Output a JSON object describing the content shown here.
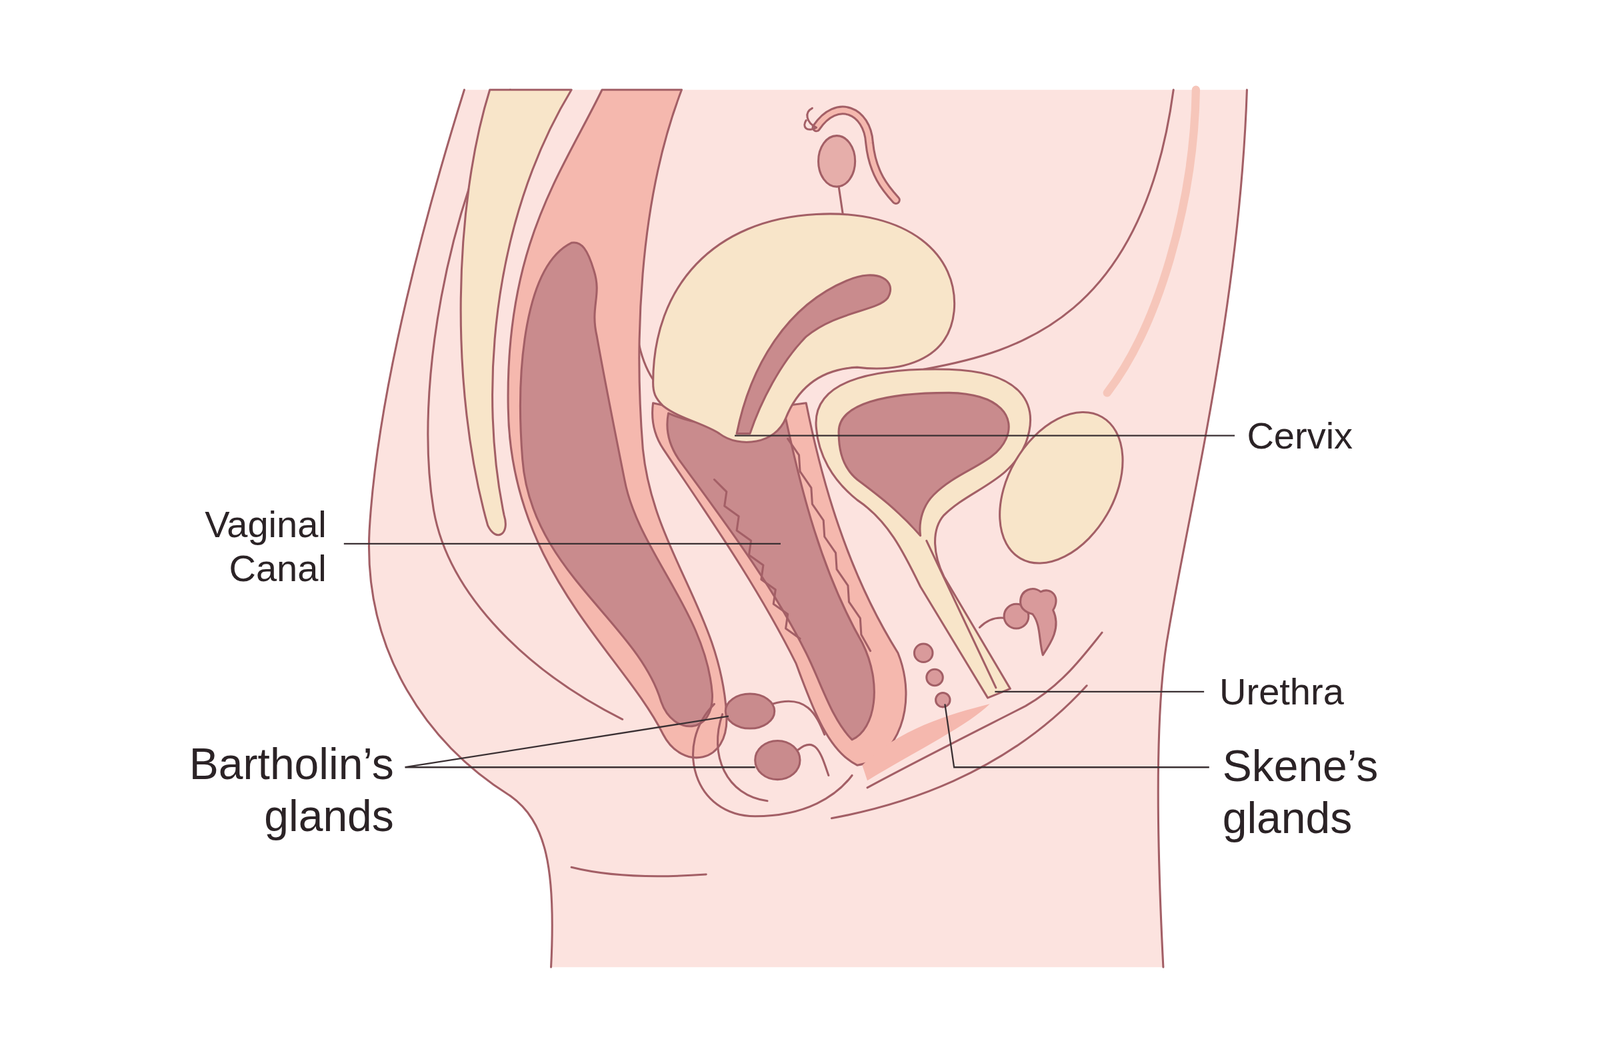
{
  "diagram": {
    "labels": [
      "Cervix",
      "Vaginal Canal",
      "Urethra",
      "Bartholin’s glands",
      "Skene’s glands"
    ]
  }
}
